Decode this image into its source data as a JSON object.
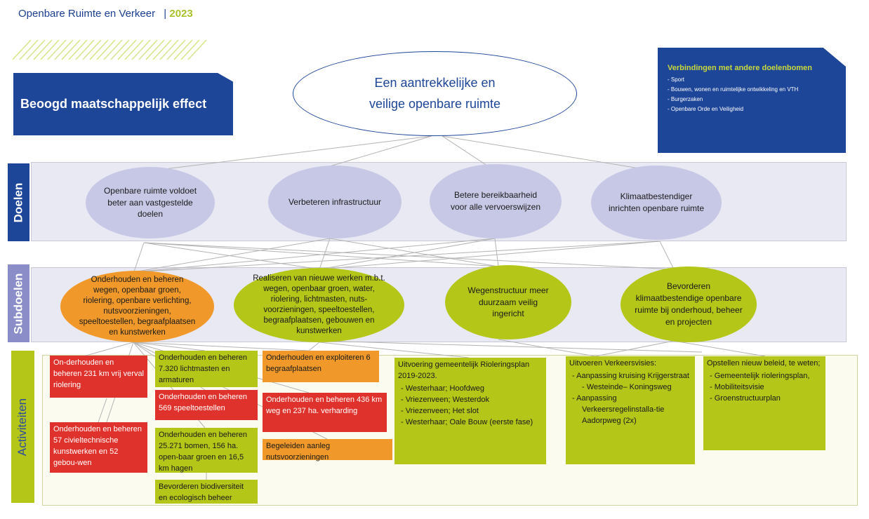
{
  "header": {
    "title": "Openbare Ruimte en Verkeer",
    "separator": "|",
    "year": "2023"
  },
  "effect_label": "Beoogd maatschappelijk effect",
  "main_goal": "Een aantrekkelijke en veilige openbare ruimte",
  "connections": {
    "title": "Verbindingen met andere doelenbomen",
    "items": [
      "Sport",
      "Bouwen, wonen en ruimtelijke ontwikkeling en VTH",
      "Burgerzaken",
      "Openbare Orde en Veiligheid"
    ]
  },
  "levels": {
    "doelen": "Doelen",
    "subdoelen": "Subdoelen",
    "activiteiten": "Activiteiten"
  },
  "doelen": [
    "Openbare ruimte voldoet beter aan vastgestelde doelen",
    "Verbeteren infrastructuur",
    "Betere bereikbaarheid voor alle vervoerswijzen",
    "Klimaatbestendiger inrichten openbare ruimte"
  ],
  "subdoelen": [
    "Onderhouden en beheren wegen, openbaar groen, riolering, openbare verlichting, nutsvoorzieningen, speeltoestellen, begraafplaatsen en kunstwerken",
    "Realiseren van nieuwe werken m.b.t. wegen, openbaar groen, water, riolering, lichtmasten, nuts-voorzieningen, speeltoestellen, begraafplaatsen, gebouwen en kunstwerken",
    "Wegenstructuur meer duurzaam veilig ingericht",
    "Bevorderen klimaatbestendige openbare ruimte bij onderhoud, beheer en projecten"
  ],
  "activiteiten": {
    "a1": "On-derhouden en beheren 231 km vrij verval riolering",
    "a2": "Onderhouden en beheren 57 civieltechnische kunstwerken en 52 gebou-wen",
    "a3": "Onderhouden en beheren 7.320 lichtmasten en armaturen",
    "a4": "Onderhouden en beheren 569 speeltoestellen",
    "a5": "Onderhouden en beheren 25.271 bomen, 156 ha. open-baar groen en 16,5 km hagen",
    "a6": "Bevorderen biodiversiteit en ecologisch beheer",
    "a7": "Onderhouden en exploiteren 6 begraafplaatsen",
    "a8": "Onderhouden en beheren 436 km weg en 237 ha. verharding",
    "a9": "Begeleiden aanleg nutsvoorzieningen",
    "a10": {
      "title": "Uitvoering gemeentelijk Rioleringsplan 2019-2023.",
      "items": [
        "Westerhaar; Hoofdweg",
        "Vriezenveen; Westerdok",
        "Vriezenveen; Het slot",
        "Westerhaar; Oale Bouw (eerste fase)"
      ]
    },
    "a11": {
      "title": "Uitvoeren Verkeersvisies:",
      "items": [
        "Aanpassing kruising Krijgerstraat - Westeinde– Koningsweg",
        "Aanpassing Verkeersregelinstalla-tie Aadorpweg (2x)"
      ]
    },
    "a12": {
      "title": "Opstellen nieuw beleid, te weten;",
      "items": [
        "Gemeentelijk rioleringsplan,",
        "Mobiliteitsvisie",
        "Groenstructuurplan"
      ]
    }
  },
  "colors": {
    "blue": "#1d4598",
    "green": "#b4c718",
    "red": "#e0322c",
    "orange": "#f0992a",
    "lilac": "#c7c8e6"
  }
}
